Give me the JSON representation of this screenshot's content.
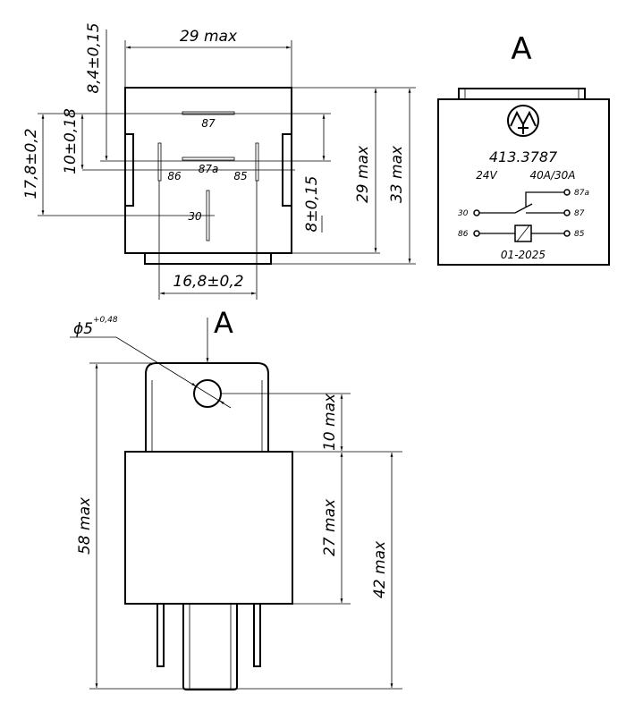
{
  "top_view": {
    "width_dim": "29 max",
    "height_dim": "29 max",
    "total_height_dim": "33 max",
    "base_width_dim": "16,8±0,2",
    "dim_8_4": "8,4±0,15",
    "dim_10": "10±0,18",
    "dim_17_8": "17,8±0,2",
    "dim_8": "8±0,15",
    "pins": {
      "p87": "87",
      "p87a": "87a",
      "p86": "86",
      "p85": "85",
      "p30": "30"
    }
  },
  "view_a": {
    "label": "A",
    "model": "413.3787",
    "voltage": "24V",
    "current": "40A/30A",
    "terminals": {
      "t87a": "87a",
      "t30": "30",
      "t87": "87",
      "t86": "86",
      "t85": "85"
    },
    "date": "01-2025"
  },
  "side_view": {
    "view_arrow_label": "A",
    "hole_dim": "ϕ5",
    "hole_tol": "+0,48",
    "height_dim": "58 max",
    "tab_dim": "10 max",
    "body_dim": "27 max",
    "lower_dim": "42 max"
  }
}
